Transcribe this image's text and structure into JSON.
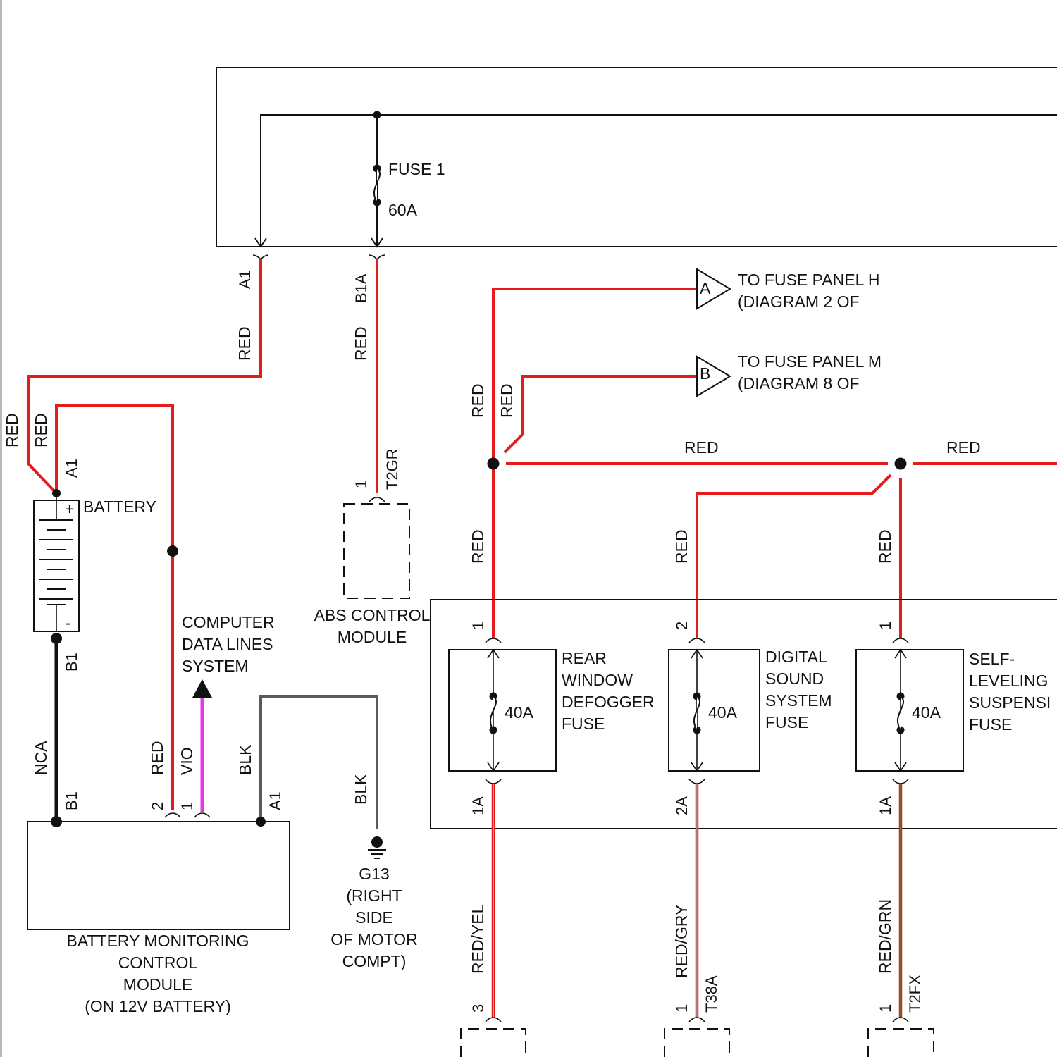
{
  "colors": {
    "red_wire": "#e51c1c",
    "black_wire": "#111111",
    "ground_wire": "#5a5a5a",
    "violet_wire": "#e23ae8",
    "yellow_tracer": "#f2d21b",
    "green_tracer": "#4a8a2a",
    "gray_tracer": "#9a9a9a",
    "outline": "#111111"
  },
  "fuse1": {
    "name": "FUSE 1",
    "rating": "60A"
  },
  "connectors": {
    "top_left": "A1",
    "top_center": "B1A",
    "battery_pos": "A1",
    "battery_neg": "B1",
    "bmcm_b1": "B1",
    "bmcm_pin2": "2",
    "bmcm_pin1": "1",
    "bmcm_a1": "A1",
    "abs_pin": "1",
    "abs_conn": "T2GR",
    "fuse_rw_in": "1",
    "fuse_rw_out": "1A",
    "fuse_ds_in": "2",
    "fuse_ds_out": "2A",
    "fuse_sl_in": "1",
    "fuse_sl_out": "1A",
    "bottom_rw_pin": "3",
    "bottom_ds_pin": "1",
    "bottom_ds_conn": "T38A",
    "bottom_sl_pin": "1",
    "bottom_sl_conn": "T2FX"
  },
  "wire_labels": {
    "a1_red": "RED",
    "b1a_red": "RED",
    "battery_red_outer": "RED",
    "battery_red_inner": "RED",
    "nca": "NCA",
    "bmcm_red": "RED",
    "bmcm_vio": "VIO",
    "bmcm_blk": "BLK",
    "ground_blk": "BLK",
    "bus_red_a": "RED",
    "bus_red_b": "RED",
    "bus_red_mid": "RED",
    "bus_red_right": "RED",
    "rw_red": "RED",
    "ds_red": "RED",
    "sl_red": "RED",
    "rw_out": "RED/YEL",
    "ds_out": "RED/GRY",
    "sl_out": "RED/GRN"
  },
  "offpage": {
    "a": {
      "letter": "A",
      "line1": "TO FUSE PANEL H",
      "line2": "(DIAGRAM 2 OF"
    },
    "b": {
      "letter": "B",
      "line1": "TO FUSE PANEL M",
      "line2": "(DIAGRAM 8 OF"
    }
  },
  "battery": {
    "label": "BATTERY",
    "plus": "+",
    "minus": "-"
  },
  "cdl": {
    "line1": "COMPUTER",
    "line2": "DATA LINES",
    "line3": "SYSTEM"
  },
  "abs": {
    "line1": "ABS CONTROL",
    "line2": "MODULE"
  },
  "ground": {
    "line1": "G13",
    "line2": "(RIGHT",
    "line3": "SIDE",
    "line4": "OF MOTOR",
    "line5": "COMPT)"
  },
  "bmcm": {
    "line1": "BATTERY MONITORING",
    "line2": "CONTROL",
    "line3": "MODULE",
    "line4": "(ON 12V BATTERY)"
  },
  "fuses": {
    "rw": {
      "rating": "40A",
      "line1": "REAR",
      "line2": "WINDOW",
      "line3": "DEFOGGER",
      "line4": "FUSE"
    },
    "ds": {
      "rating": "40A",
      "line1": "DIGITAL",
      "line2": "SOUND",
      "line3": "SYSTEM",
      "line4": "FUSE"
    },
    "sl": {
      "rating": "40A",
      "line1": "SELF-",
      "line2": "LEVELING",
      "line3": "SUSPENSI",
      "line4": "FUSE"
    }
  }
}
